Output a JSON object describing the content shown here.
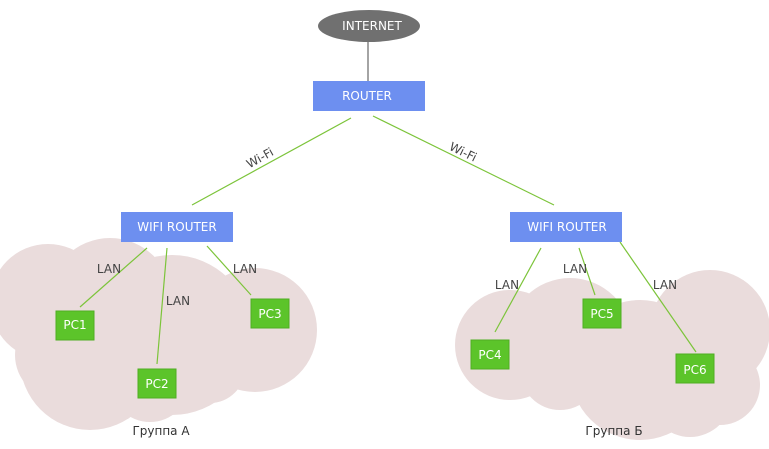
{
  "colors": {
    "internet_fill": "#707070",
    "router_fill": "#6d8ff0",
    "pc_fill": "#5cc42a",
    "pc_border": "#4fae22",
    "wire_dark": "#4a4a4a",
    "wire_green": "#7cc43a",
    "cloud_fill": "#eadcdc"
  },
  "internet": {
    "label": "INTERNET"
  },
  "router": {
    "label": "ROUTER"
  },
  "wifi_left": {
    "label": "WIFI ROUTER",
    "link_label": "Wi-Fi"
  },
  "wifi_right": {
    "label": "WIFI ROUTER",
    "link_label": "Wi-Fi"
  },
  "group_a": {
    "name": "Группа А",
    "lan_label": "LAN",
    "pcs": [
      "PC1",
      "PC2",
      "PC3"
    ]
  },
  "group_b": {
    "name": "Группа Б",
    "lan_label": "LAN",
    "pcs": [
      "PC4",
      "PC5",
      "PC6"
    ]
  }
}
